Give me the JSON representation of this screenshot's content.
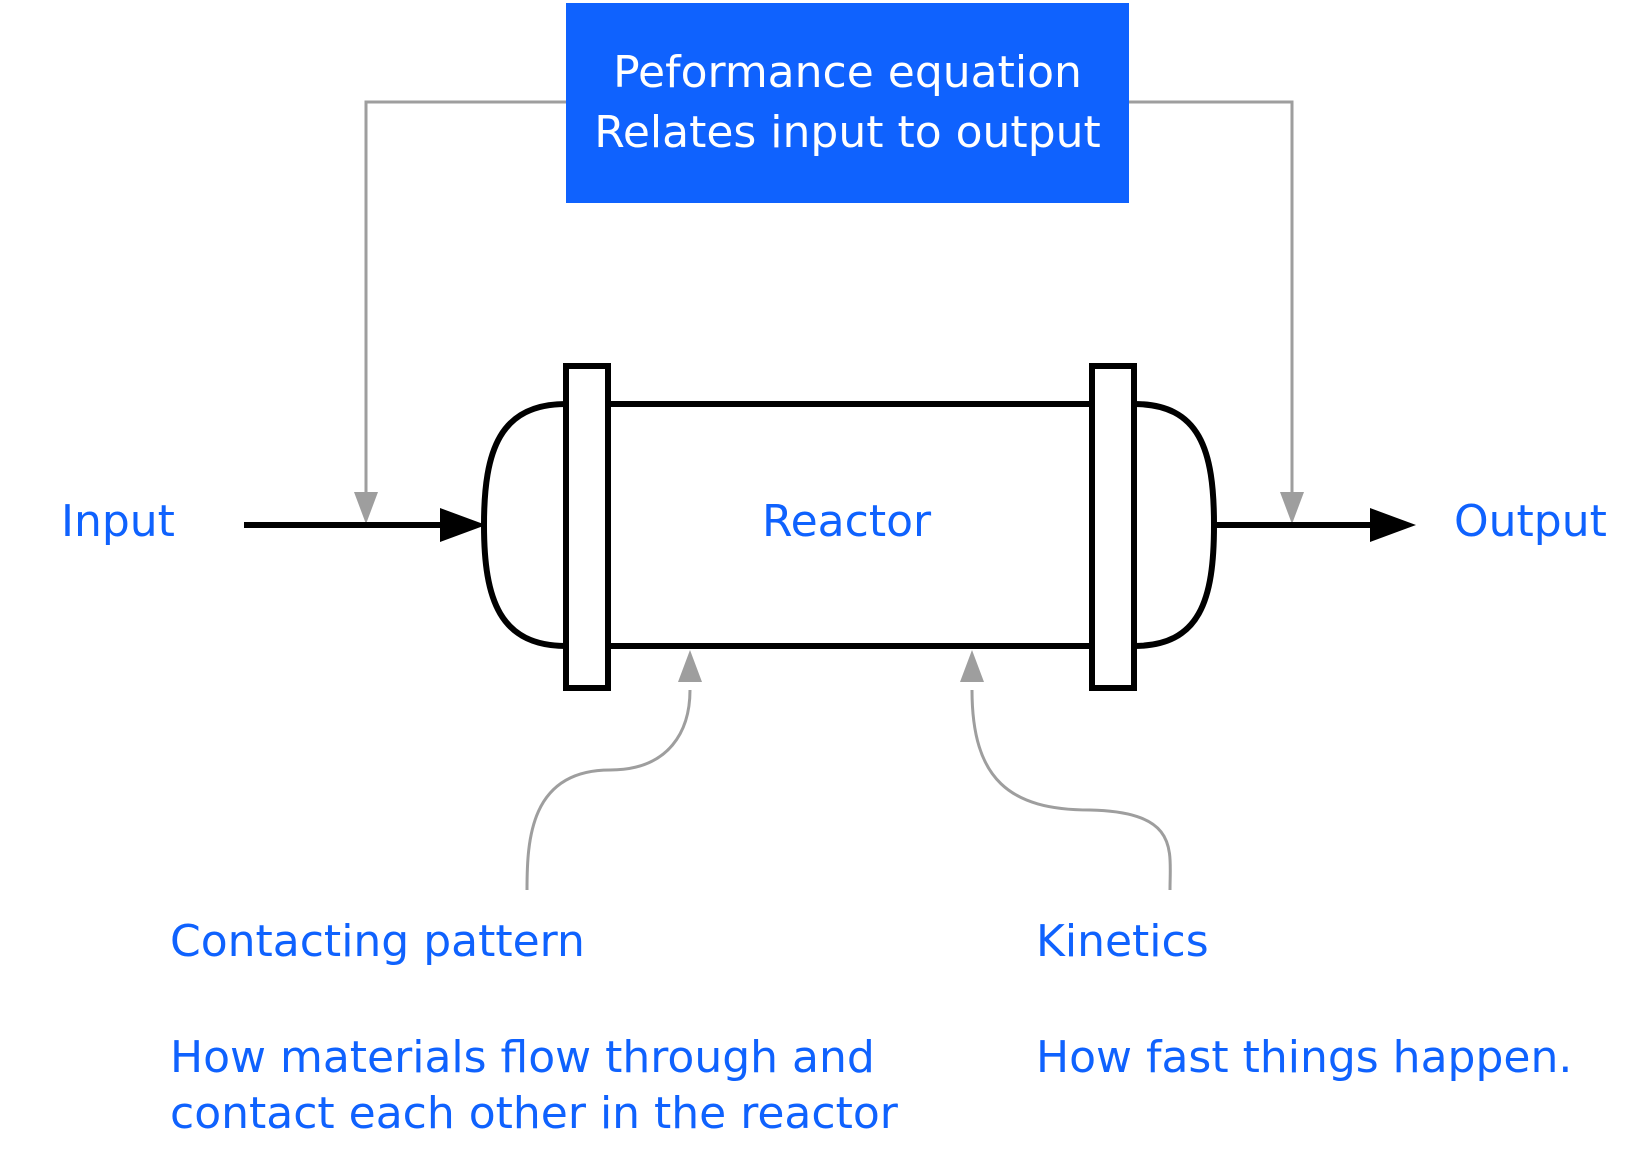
{
  "performance": {
    "line1": "Peformance equation",
    "line2": "Relates input to output"
  },
  "labels": {
    "input": "Input",
    "output": "Output",
    "reactor": "Reactor"
  },
  "contacting": {
    "title": "Contacting pattern",
    "desc_line1": "How materials flow through and",
    "desc_line2": "contact each other in the reactor"
  },
  "kinetics": {
    "title": "Kinetics",
    "desc": "How fast things happen."
  },
  "colors": {
    "accent": "#0f62fe",
    "line": "#000000",
    "connector": "#9e9e9e",
    "box_text": "#ffffff"
  }
}
